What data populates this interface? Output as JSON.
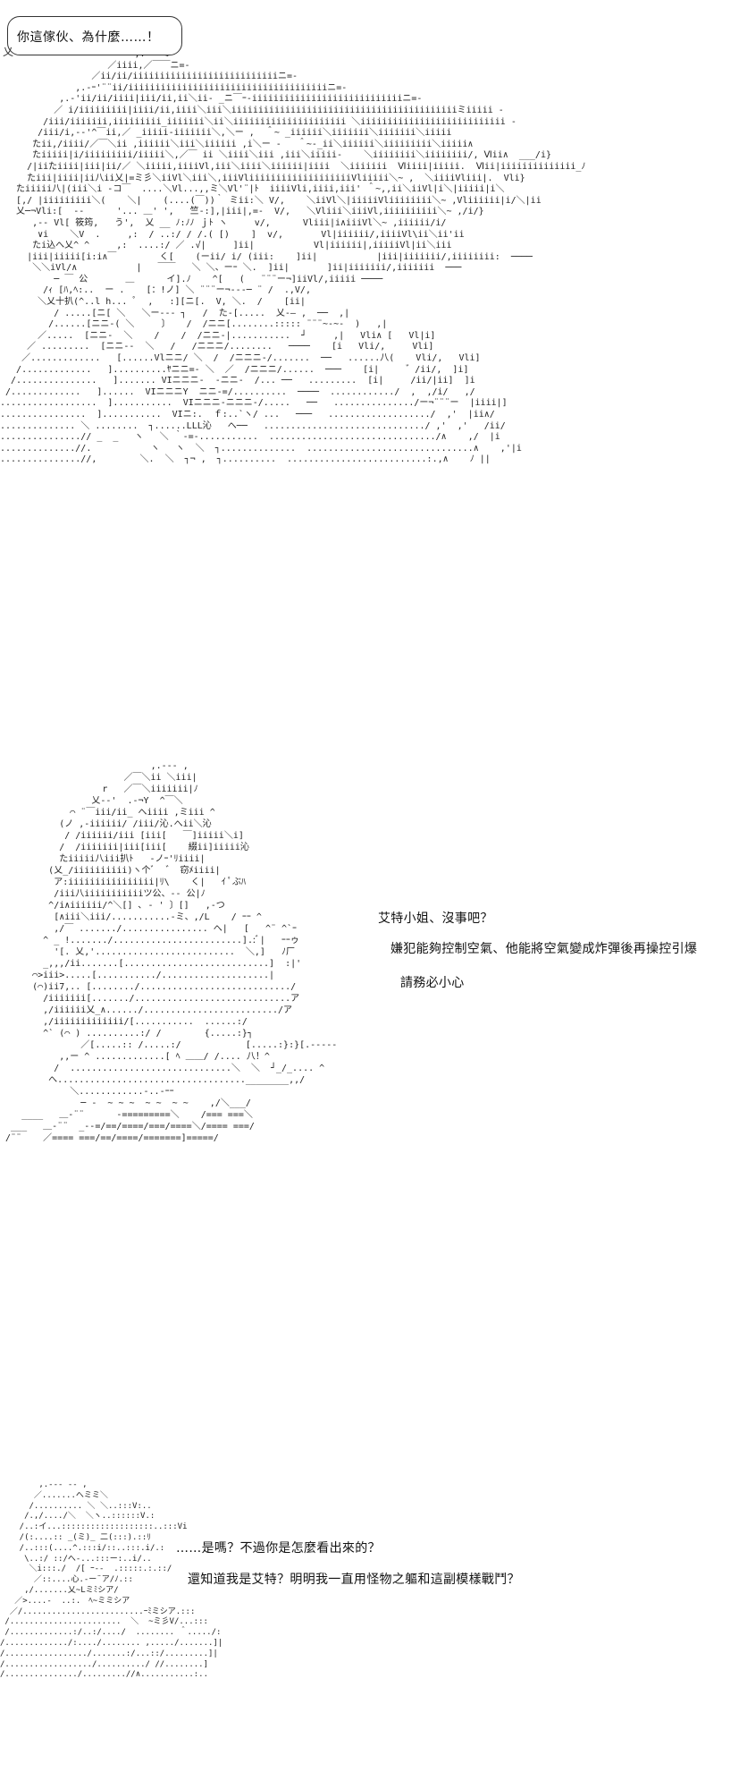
{
  "panel1": {
    "speech": "你這傢伙、為什麼……！",
    "art": [
      "                         ,.-─ ミ",
      "                    ／iiii,／￣￣ニ=-",
      "                 ／ii/ii/iiiiiiiiiiiiiiiiiiiiiiiiiiiニ=-",
      "              ,.-ｰ'¨¨ii/iiiiiiiiiiiiiiiiiiiiiiiiiiiiiiiiiiiiiニ=-",
      "           ,.-'ii/ii/iiii|iii/ii,ii＼ii- _ニ￣ｰ-iiiiiiiiiiiiiiiiiiiiiiiiiiiiニ=-",
      "          ／ i/iiiiiiiii|iiii/ii,iiii＼iii＼iiiiiiiiiiiiiiiiiiiiiiiiiiiiiiiiiiiiiiiiiiミiiiii -",
      "        /iii/iiiiiii,iiiiiiiii_iiiiiii＼ii＼iiiiiiiiiiiiiiiiiiiii ＼iiiiiiiiiiiiiiiiiiiiiiiiiii -",
      "       /iii/i,-‐'^￣ii,／ _iiiii-iiiiiii＼,＼ー ,  ＾~ _iiiiii＼iiiiiii＼iiiiiii＼iiiii",
      "      たii,/iiii/／￣＼ii ,iiiiii＼iii＼iiiiii ,i＼ー -   ＾~-_ii＼iiiiii＼iiiiiiiii＼iiiii∧",
      "      たiiiii|i/iiiiiiiii/iiiii＼,／￣ ii ＼iiii＼iii ,iii＼iiiii-    ＼iiiiiiii＼iiiiiiii/, Ⅵii∧  ___/i}",
      "     /|iiたiiii|iii|ii/／ ＼iiiii,iiiiVl,iii＼iiii＼iiiiii|iiii  ＼iiiiiii  Ⅵiiii|iiiii.  Ⅵii|iiiiiiiiiiiiii_ﾉ",
      "     たiii|iiii|ii八ii乂|=ミ彡＼iiVl＼iii＼,iiiVliiiiiiiiiiiiiiiiiiiVliiiii＼~ ,  ＼iiiiVliii|.  Vli}",
      "   たiiiii八|(iii＼i -コ￣  ....＼Vl...,,ミ＼Vl'¨|ﾄ  iiiiVli,iiii,iii' ＾~,,ii＼iiVl|i＼|iiiii|i＼",
      "   [,/ |iiiiiiiii＼(    ＼|    (....(￣))｀ ミii:＼ V/,    ＼iiVl＼|iiiiiVliiiiiiii＼~ ,Vliiiiii|i/＼|ii",
      "   乂─¬Vli:[  --      '... ＿' ',   竺-:],|iii|,=-  V/,   ＼Vliii＼iiiVl,iiiiiiiiii＼~ ,/i/}",
      "      ,-- Vl[ 筱筠,   う',  乂 __ ﾉ:ﾉﾉ ｊﾄ ヽ     v/,      Vliii|i∧iiiVl＼~ ,iiiiii/i/",
      "       ∨i    ＼V  .     ,:  / ..:/ / /.( [)    ]  v/,       Vl|iiiiii/,iiiiVl\\ii＼ii'ii",
      "      たi込へ乂^ ^     ,:  ....:/ ／ .√|     ]ii|           Vl|iiiiii|,iiiiiVl|ii＼iii",
      "     |iii|iiiii[i:i∧￣        く[    (ーii/ i/ (iii:    ]ii|           |iii|iiiiiii/,iiiiiiii:  ────",
      "      ＼＼iVl/∧           |   ￣￣   ＼ ＼、ーｰ ＼.  ]ii|       ]ii|iiiiiii/,iiiiiii  ───",
      "          ─ ￣ 公       ＿      イ].ﾉ    ^[   (   ¨¨¨ー¬]iiVl/,iiiii ────",
      "        /ｨ [ﾊ,ﾍ:..  ー .    [：!ノ] ＼ ¨¨¨ー¬---─ ¨ /  .,V/,",
      "       ＼乂十扒(^..l h... ﾟ  ,   :][ニ[.  V, ＼.  /    [ii|",
      "          / .....[ニ[ ＼   ＼ー--- ┐   /  た-[.....  乂-― ,  ──  ,|",
      "         /......[ニニ-( ＼     〕   /  /ニニ[........::::: ¨¨¨~-~-  )   ,|",
      "       ／.....  [ニニ-  ＼    /    /  /ニニ-|...........  ┘     ,|   Vli∧ [   Vl|i]",
      "     ／ .........  [ニニ--  ＼   /   /ニニニ/........   ────    [i   Vli/,     Vli]",
      "    ／.............   [......Vlニニ/ ＼  /  /ニニニ-/.......  ──   ......八(    Vli/,   Vli]",
      "   /.............   ]..........ﾔニニ=- ＼  ／  /ニニニ/......  ───    [i|     ゛/ii/,  ]i]",
      "  /...............   ]....... VIニニニ-  -ニニ-  /... ──   .........  [i|     /ii/|ii]  ]i",
      " /.............   ]......  VIニニニY  ニニ-=/..........  ────  ............/  ,  ,/i/   ,/",
      "..................  ]...........  VIニニニ-ニニニ-/.....   ──   .............../ー¬¨¨¨ー  |iiii|]",
      "................  ]...........  VIニ:.  ｆ:..`ヽ/ ...   ───   .................../  ,'  |ii∧/",
      ".............. ＼ ........  ┐......LLL沁   へ──   ............................../ ,'  ,'   /ii/",
      "...............// _  _   ヽ   ＼ ｀-=-...........  .............................../∧    ,/  |i",
      "..............//.           ヽ   ヽ  ＼  ┐..............  ...............................∧    ,'|i",
      "...............//,        ＼.  ＼  ┐¬ ,  ┐..........  ..........................:.,∧    ﾉ ||"
    ]
  },
  "panel2": {
    "art": [
      "                            ,.-‐- ,",
      "                       ／￣＼ii ＼iii|",
      "                   r   ／￣＼iiiiiii|ﾉ",
      "                 乂-‐'  .‐¬Y  ^￣＼",
      "             ⌒ ¨￣iii/ii_ へiiii ,ミiii ^",
      "           (ノ ,-iiiiii/ /iii/沁.へii＼沁",
      "            / /iiiiii/iii [iii[   ￣]iiiii＼i]",
      "           /  /iiiiiii|iii[iii[    綴ii]iiiii沁",
      "           たiiiii八iii扒ﾄ   -ノｰ'ﾘiiii|",
      "         (乂_/iiiiiiiiii)ヽ个ﾞ  ゛ 窃ﾒiiii|",
      "          ア:iiiiiiiiiiiiiiii|ﾘ\\    く|   ｲ ﾟぶﾊ",
      "          /iii八iiiiiiiiiiiツ公、-- 公|ﾉ",
      "         ^/i∧iiiiii/^＼[] ､ - ' 〕[]   ,-つ",
      "          [∧iii＼iii/...........-ミ、,/L    / ｰｰ ^",
      "          ,/￣ ......./................ へ|   [   ^¨ ^`ｰ",
      "        ^ _ !......./........................].:ﾞ|   ｰｰゥ",
      "          '[. 乂,'..........................  ＼,]   ﾉ厂",
      "        _,,,/ii.......[...........................]  :|'",
      "      ⌒>iii>.....[.........../....................|",
      "      (⌒)ii7,.. [......../............................/",
      "        /iiiiiii[......./.............................ア",
      "        ,/iiiiii乂_∧....../........................./ア",
      "        ,/iiiiiiiiiiiii/[...........  ......:/",
      "        ^` (⌒ ) ..........:/ /        {.....:}┐",
      "               ／[.....:: /.....:/            [.....:}:}[.-----",
      "           ,,ー ^ .............[ ﾍ ＿＿/ /.... 八！^",
      "          /  ..............................＼  ＼  ┘_/_.... ^",
      "         へ...................................________,,/",
      "             ＼............-..-ｰｰ",
      "               ─ -  ~ ~ ~  ~ ~  ~ ~    ,/＼___/",
      "    ____   ＿-¨¨      -=========＼    /=== ===＼",
      "  ___   ＿-¨¨  _--=/==/====/===/====＼/==== ===/",
      " /¨¨    ／==== ===/==/====/=======]=====/"
    ],
    "line1": "艾特小姐、沒事吧？",
    "line2": "嫌犯能夠控制空氣、他能將空氣變成炸彈後再操控引爆",
    "line3": "請務必小心"
  },
  "panel3": {
    "art": [
      "        ,.-‐- ‐- ,",
      "       ／.......へミミ＼",
      "      /.......... ＼ ＼..:::V:..",
      "     /.,/..../＼  ＼ヽ..::::::V.:",
      "    /..:イ...:::::::::::::::::::..:::Vi",
      "    /(:....:: _(ミ)_ 二(:::).::ﾘ",
      "    /..:::(....^.:::i/::..:::.i/.:",
      "     \\..:/ ::/へ-...:::ー:..i/..",
      "      ＼i:::./  /[ ｰ--  .:::::.:.::/",
      "       ／::....心.-ー¨ア/ﾉ.::",
      "     ,/.......乂~Lミﾐシア/",
      "   ／>....-  ..:.　ﾍ~ミミシア",
      "  ／/.........................ｰﾐミシア.:::",
      " /.......................  ＼  ~ミ彡V/...:::",
      " /.............:/..:/..../  ........ ＾...../:",
      "/............./:..../........ ,...../.......]|",
      "/................./.......:/...::/.........]|",
      "/................../........../ //........]",
      "/.............../.........//∧...........:.."
    ],
    "line1": "……是嗎？不過你是怎麼看出來的？",
    "line2": "還知道我是艾特？明明我一直用怪物之軀和這副模樣戰鬥？"
  }
}
